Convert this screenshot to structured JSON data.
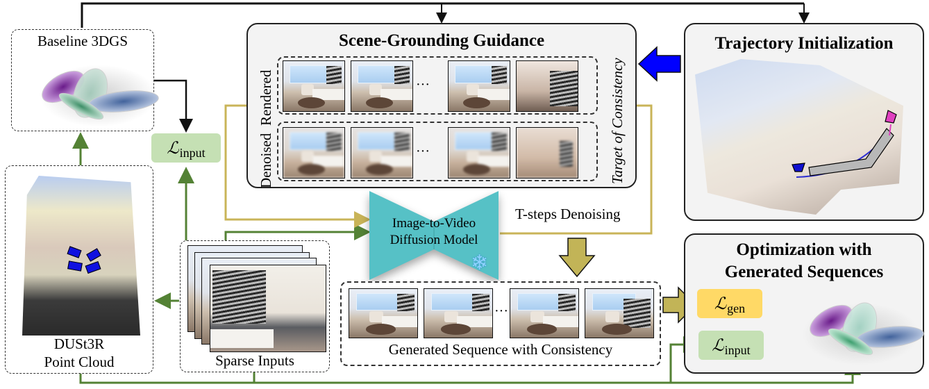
{
  "figure": {
    "baseline": {
      "title": "Baseline 3DGS"
    },
    "dust3r": {
      "line1": "DUSt3R",
      "line2": "Point Cloud"
    },
    "sparse_inputs": {
      "label": "Sparse Inputs"
    },
    "loss_input_left": {
      "symbol": "ℒ",
      "subscript": "input"
    },
    "scene_grounding": {
      "title": "Scene-Grounding Guidance",
      "row_labels": {
        "rendered": "Rendered",
        "denoised": "Denoised"
      },
      "side_label": "Target of Consistency",
      "ellipsis": "···"
    },
    "trajectory": {
      "title": "Trajectory Initialization"
    },
    "diffusion_model": {
      "line1": "Image-to-Video",
      "line2": "Diffusion Model",
      "frozen_icon": "❄"
    },
    "t_steps": {
      "label": "T-steps Denoising"
    },
    "generated_sequence": {
      "label": "Generated Sequence with Consistency",
      "ellipsis": "···"
    },
    "optimization": {
      "title_line1": "Optimization with",
      "title_line2": "Generated Sequences",
      "loss_gen": {
        "symbol": "ℒ",
        "subscript": "gen"
      },
      "loss_input": {
        "symbol": "ℒ",
        "subscript": "input"
      }
    }
  },
  "colors": {
    "green_arrow": "#548235",
    "gold_arrow": "#c9b458",
    "gold_block_arrow": "#c2b457",
    "blue_block_arrow": "#0000ff",
    "red_arrow": "#c00000",
    "diffusion_teal": "#56c1c6",
    "loss_green": "#c5e0b4",
    "loss_yellow": "#ffd966"
  }
}
